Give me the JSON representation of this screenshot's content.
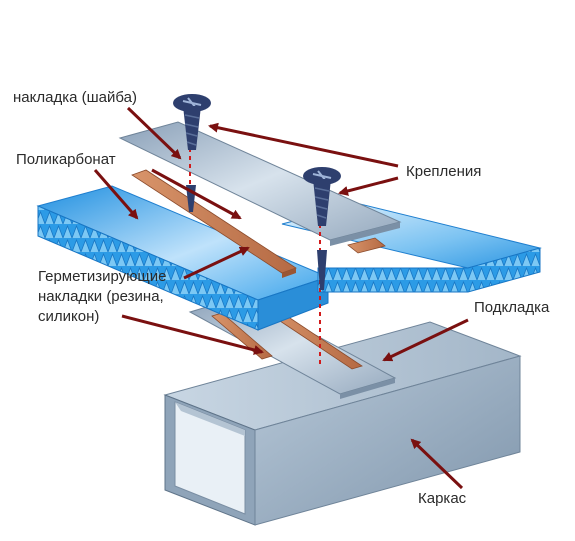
{
  "labels": {
    "washer": "накладка (шайба)",
    "polycarbonate": "Поликарбонат",
    "fasteners": "Крепления",
    "seals_line1": "Герметизирующие",
    "seals_line2": "накладки (резина,",
    "seals_line3": "силикон)",
    "underlay": "Подкладка",
    "frame": "Каркас"
  },
  "colors": {
    "arrow": "#7a1010",
    "panel_blue": "#2c9be6",
    "strip_grey": "#a9bcd0",
    "seal_copper": "#c47a52",
    "screw": "#2e3f6e",
    "frame_grey": "#9fb2c4",
    "dash_red": "#d11a1a"
  },
  "icons": [
    "screw-icon",
    "screw-icon"
  ]
}
